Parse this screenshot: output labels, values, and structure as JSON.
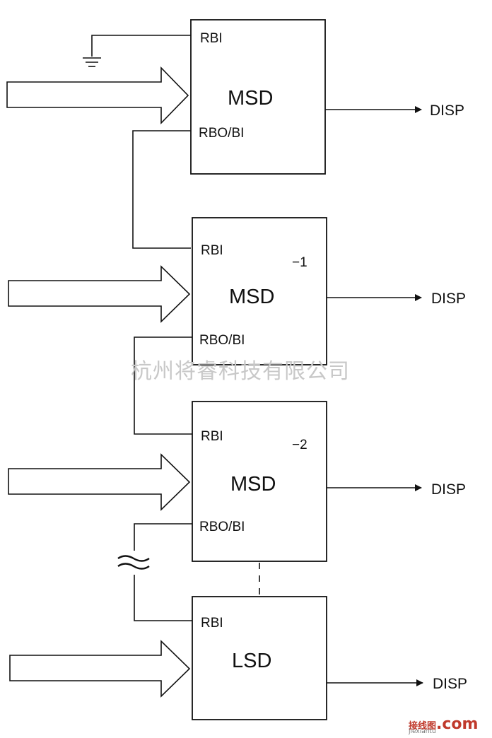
{
  "stages": [
    {
      "name": "MSD",
      "rbi": "RBI",
      "rbo": "RBO/BI",
      "suffix": "",
      "output": "DISP"
    },
    {
      "name": "MSD",
      "rbi": "RBI",
      "rbo": "RBO/BI",
      "suffix": "−1",
      "output": "DISP"
    },
    {
      "name": "MSD",
      "rbi": "RBI",
      "rbo": "RBO/BI",
      "suffix": "−2",
      "output": "DISP"
    },
    {
      "name": "LSD",
      "rbi": "RBI",
      "rbo": "",
      "suffix": "",
      "output": "DISP"
    }
  ],
  "watermark": "杭州将睿科技有限公司",
  "logo": {
    "text": "接线图",
    "suffix": ".com",
    "url": "jiexiantu"
  }
}
